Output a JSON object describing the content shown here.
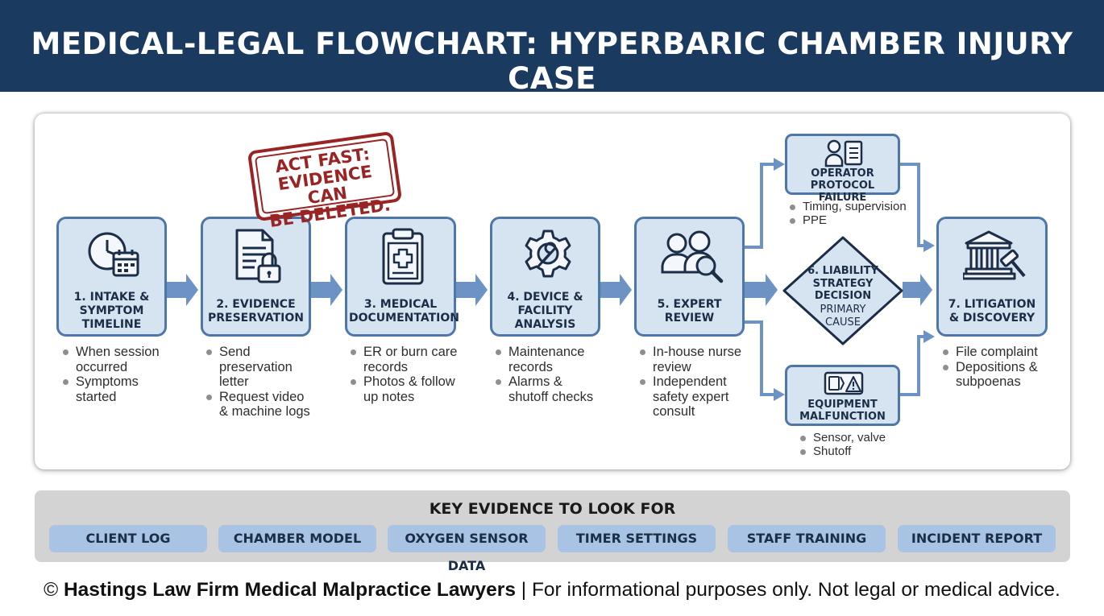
{
  "title": "MEDICAL-LEGAL FLOWCHART: HYPERBARIC CHAMBER INJURY CASE",
  "stamp": "ACT FAST:\nEVIDENCE CAN\nBE DELETED.",
  "steps": [
    {
      "title": "1. INTAKE &\nSYMPTOM\nTIMELINE",
      "icon": "clock-calendar-icon",
      "bullets": [
        "When session\noccurred",
        "Symptoms\nstarted"
      ]
    },
    {
      "title": "2. EVIDENCE\nPRESERVATION",
      "icon": "document-lock-icon",
      "bullets": [
        "Send\npreservation\nletter",
        "Request video\n& machine logs"
      ]
    },
    {
      "title": "3. MEDICAL\nDOCUMENTATION",
      "icon": "medical-clipboard-icon",
      "bullets": [
        "ER or burn care\nrecords",
        "Photos & follow\nup notes"
      ]
    },
    {
      "title": "4. DEVICE &\nFACILITY\nANALYSIS",
      "icon": "gear-wrench-icon",
      "bullets": [
        "Maintenance\nrecords",
        "Alarms &\nshutoff checks"
      ]
    },
    {
      "title": "5. EXPERT\nREVIEW",
      "icon": "experts-magnifier-icon",
      "bullets": [
        "In-house nurse\nreview",
        "Independent\nsafety expert\nconsult"
      ]
    },
    {
      "title": "7. LITIGATION\n& DISCOVERY",
      "icon": "courthouse-gavel-icon",
      "bullets": [
        "File complaint",
        "Depositions &\nsubpoenas"
      ]
    }
  ],
  "branches": {
    "operator": {
      "title": "OPERATOR\nPROTOCOL FAILURE",
      "icon": "operator-checklist-icon",
      "bullets": [
        "Timing, supervision",
        "PPE"
      ]
    },
    "equipment": {
      "title": "EQUIPMENT\nMALFUNCTION",
      "icon": "equipment-warning-icon",
      "bullets": [
        "Sensor, valve",
        "Shutoff"
      ]
    }
  },
  "decision": {
    "title": "6. LIABILITY\nSTRATEGY\nDECISION",
    "subtitle": "PRIMARY\nCAUSE"
  },
  "key_evidence": {
    "title": "KEY EVIDENCE TO LOOK FOR",
    "items": [
      "CLIENT LOG",
      "CHAMBER MODEL",
      "OXYGEN SENSOR DATA",
      "TIMER SETTINGS",
      "STAFF TRAINING",
      "INCIDENT REPORT"
    ]
  },
  "footer": {
    "copyright": "© ",
    "firm": "Hastings Law Firm Medical Malpractice Lawyers",
    "disclaimer": " | For informational purposes only. Not legal or medical advice."
  },
  "colors": {
    "header": "#1b3a60",
    "box_fill": "#d6e3f1",
    "box_border": "#4d77a8",
    "arrow": "#6d93c4",
    "stamp": "#9a2424",
    "key_item": "#a8c3e3"
  }
}
